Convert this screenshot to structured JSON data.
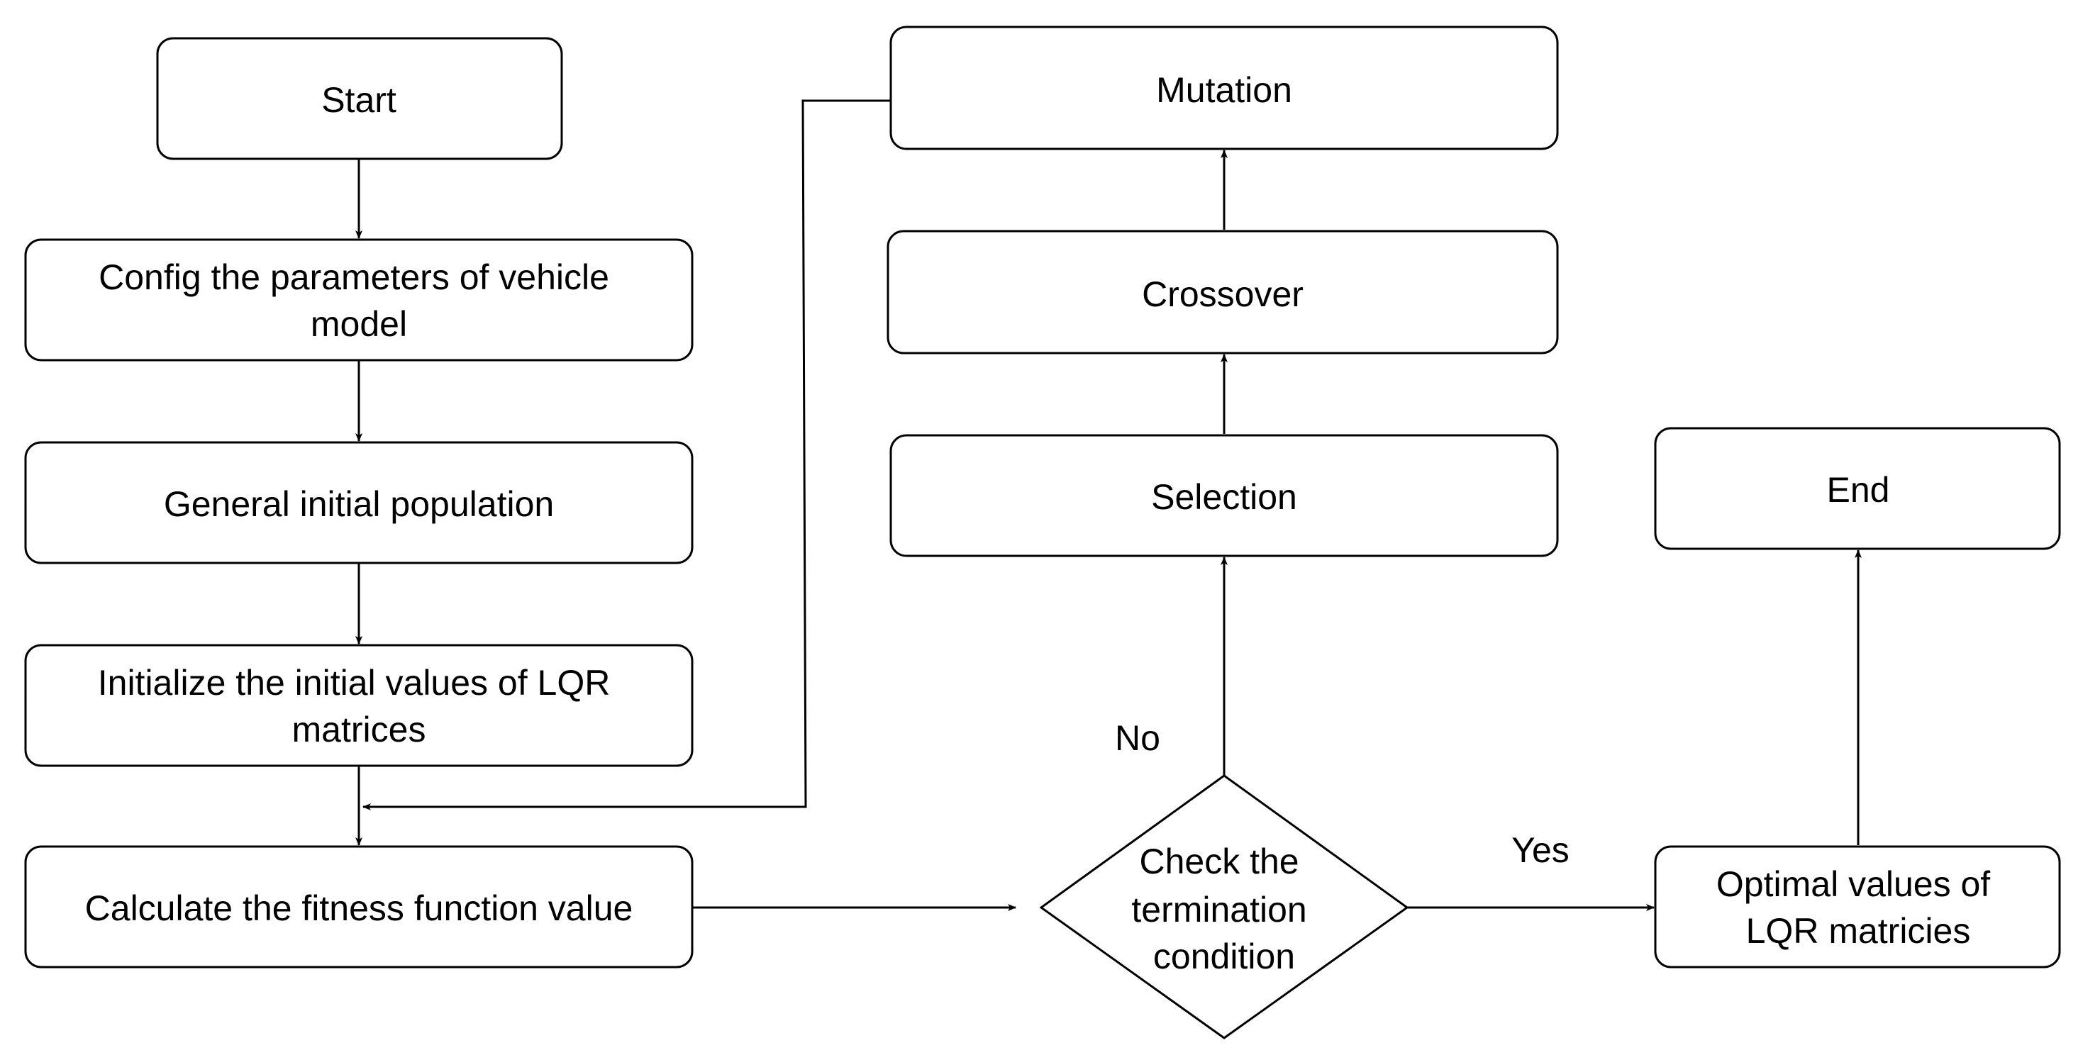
{
  "nodes": {
    "start": {
      "lines": [
        "Start"
      ]
    },
    "config": {
      "lines": [
        "Config the parameters of vehicle",
        "model"
      ]
    },
    "general": {
      "lines": [
        "General initial population"
      ]
    },
    "initialize": {
      "lines": [
        "Initialize the initial values of LQR",
        "matrices"
      ]
    },
    "calculate": {
      "lines": [
        "Calculate the fitness function value"
      ]
    },
    "check": {
      "lines": [
        "Check the",
        "termination",
        "condition"
      ]
    },
    "selection": {
      "lines": [
        "Selection"
      ]
    },
    "crossover": {
      "lines": [
        "Crossover"
      ]
    },
    "mutation": {
      "lines": [
        "Mutation"
      ]
    },
    "optimal": {
      "lines": [
        "Optimal values of",
        "LQR matricies"
      ]
    },
    "end": {
      "lines": [
        "End"
      ]
    }
  },
  "edge_labels": {
    "no": "No",
    "yes": "Yes"
  },
  "colors": {
    "stroke": "#000000",
    "fill": "#ffffff",
    "text": "#000000"
  }
}
